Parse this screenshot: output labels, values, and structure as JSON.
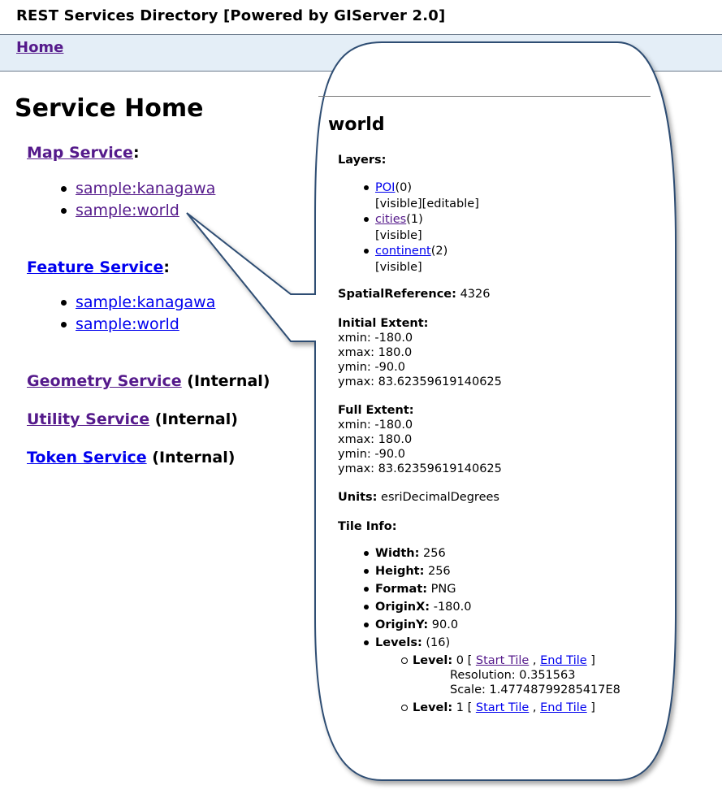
{
  "header": {
    "title": "REST Services Directory [Powered by GIServer 2.0]",
    "nav_home": "Home"
  },
  "main": {
    "heading": "Service Home",
    "map_service": {
      "label": "Map Service",
      "suffix": ":",
      "items": [
        "sample:kanagawa",
        "sample:world"
      ]
    },
    "feature_service": {
      "label": "Feature Service",
      "suffix": ":",
      "items": [
        "sample:kanagawa",
        "sample:world"
      ]
    },
    "geometry_service": {
      "label": "Geometry Service",
      "suffix": "(Internal)"
    },
    "utility_service": {
      "label": "Utility Service",
      "suffix": "(Internal)"
    },
    "token_service": {
      "label": "Token Service",
      "suffix": "(Internal)"
    }
  },
  "popup": {
    "title": "world",
    "layers_label": "Layers:",
    "layers": [
      {
        "name": "POI",
        "id": "(0)",
        "flags": "[visible][editable]"
      },
      {
        "name": "cities",
        "id": "(1)",
        "flags": "[visible]"
      },
      {
        "name": "continent",
        "id": "(2)",
        "flags": "[visible]"
      }
    ],
    "spatial_reference_label": "SpatialReference:",
    "spatial_reference": "4326",
    "initial_extent": {
      "label": "Initial Extent:",
      "xmin": "xmin: -180.0",
      "xmax": "xmax: 180.0",
      "ymin": "ymin: -90.0",
      "ymax": "ymax: 83.62359619140625"
    },
    "full_extent": {
      "label": "Full Extent:",
      "xmin": "xmin: -180.0",
      "xmax": "xmax: 180.0",
      "ymin": "ymin: -90.0",
      "ymax": "ymax: 83.62359619140625"
    },
    "units_label": "Units:",
    "units": "esriDecimalDegrees",
    "tile_info_label": "Tile Info:",
    "tile_info": [
      {
        "label": "Width:",
        "value": "256"
      },
      {
        "label": "Height:",
        "value": "256"
      },
      {
        "label": "Format:",
        "value": "PNG"
      },
      {
        "label": "OriginX:",
        "value": "-180.0"
      },
      {
        "label": "OriginY:",
        "value": "90.0"
      },
      {
        "label": "Levels:",
        "value": "(16)"
      }
    ],
    "levels": [
      {
        "label": "Level:",
        "value": "0",
        "open": "[",
        "start": "Start Tile",
        "sep": ",",
        "end": "End Tile",
        "close": "]",
        "resolution": "Resolution: 0.351563",
        "scale": "Scale: 1.47748799285417E8"
      },
      {
        "label": "Level:",
        "value": "1",
        "open": "[",
        "start": "Start Tile",
        "sep": ",",
        "end": "End Tile",
        "close": "]"
      }
    ]
  }
}
